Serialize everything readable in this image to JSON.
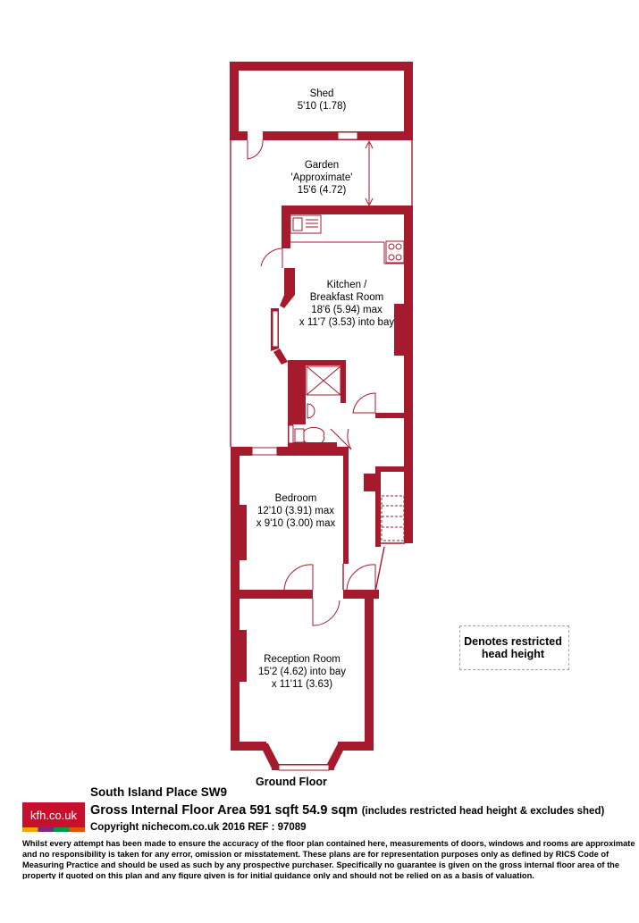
{
  "rooms": [
    {
      "name": "Shed",
      "dims": "5'10 (1.78)"
    },
    {
      "name": "Garden",
      "note": "'Approximate'",
      "dims": "15'6 (4.72)"
    },
    {
      "name": "Kitchen /",
      "name2": "Breakfast Room",
      "dims": "18'6 (5.94) max",
      "dims2": "x 11'7 (3.53) into bay"
    },
    {
      "name": "Bedroom",
      "dims": "12'10 (3.91) max",
      "dims2": "x 9'10 (3.00) max"
    },
    {
      "name": "Reception Room",
      "dims": "15'2 (4.62) into bay",
      "dims2": "x 11'11 (3.63)"
    }
  ],
  "legend": {
    "line1": "Denotes restricted",
    "line2": "head height"
  },
  "floor_name": "Ground Floor",
  "logo_text": "kfh.co.uk",
  "colors": {
    "wall": "#a61a2e",
    "logo_bg": "#c8102e",
    "stripe": [
      "#f4a300",
      "#7a2a82",
      "#009a44",
      "#e35205"
    ]
  },
  "footer": {
    "address": "South Island Place  SW9",
    "area_main": "Gross Internal Floor Area 591 sqft 54.9 sqm",
    "area_note": "(includes restricted head height & excludes shed)",
    "copyright": "Copyright nichecom.co.uk 2016 REF : 97089",
    "disclaimer": "Whilst every attempt has been made to ensure the accuracy of the floor plan contained here, measurements of doors, windows and rooms are approximate and no responsibility is taken for any error, omission or misstatement.  These plans are for representation purposes only as defined by RICS Code of Measuring Practice and should be used as such by any prospective purchaser.  Specifically no guarantee is given on the gross internal floor area of the property if quoted on this plan and any figure given is for initial guidance only and should not be relied on as a basis of valuation."
  }
}
